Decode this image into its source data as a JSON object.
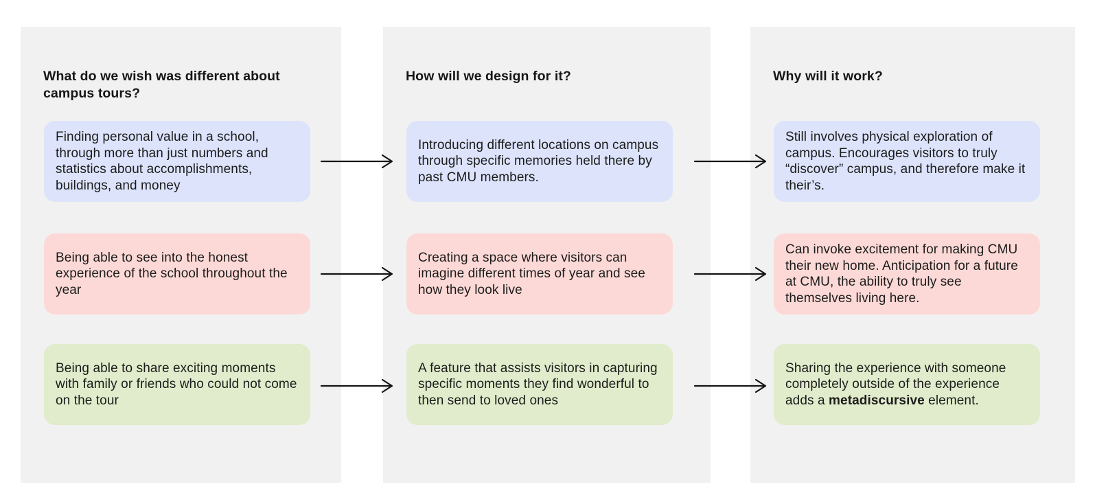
{
  "colors": {
    "column_bg": "#f1f1f2",
    "card_blue": "#dce3fb",
    "card_pink": "#fcd9d6",
    "card_green": "#e0eccb",
    "arrow": "#141414",
    "text": "#1c1c1c"
  },
  "columns": [
    {
      "header": "What do we wish was different about campus tours?",
      "cards": [
        {
          "color": "blue",
          "text": "Finding personal value in a school, through more than just numbers and statistics about accomplishments, buildings, and money"
        },
        {
          "color": "pink",
          "text": "Being able to see into the honest experience of the school throughout the year"
        },
        {
          "color": "green",
          "text": "Being able to share exciting moments with family or friends who could not come on the tour"
        }
      ]
    },
    {
      "header": "How will we design for it?",
      "cards": [
        {
          "color": "blue",
          "text": "Introducing different locations on campus through specific memories held there by past CMU members."
        },
        {
          "color": "pink",
          "text": "Creating a space where visitors can imagine different times of year and see how they look live"
        },
        {
          "color": "green",
          "text": "A feature that assists visitors in capturing specific moments they find wonderful to then send to loved ones"
        }
      ]
    },
    {
      "header": "Why will it work?",
      "cards": [
        {
          "color": "blue",
          "text": "Still involves physical exploration of campus. Encourages visitors to truly “discover” campus, and therefore make it their’s."
        },
        {
          "color": "pink",
          "text": "Can invoke excitement for making CMU their new home. Anticipation for a future at CMU, the ability to truly see themselves living here."
        },
        {
          "color": "green",
          "text_prefix": "Sharing the experience with someone completely outside of the experience adds a ",
          "text_bold": "metadiscursive",
          "text_suffix": " element."
        }
      ]
    }
  ]
}
